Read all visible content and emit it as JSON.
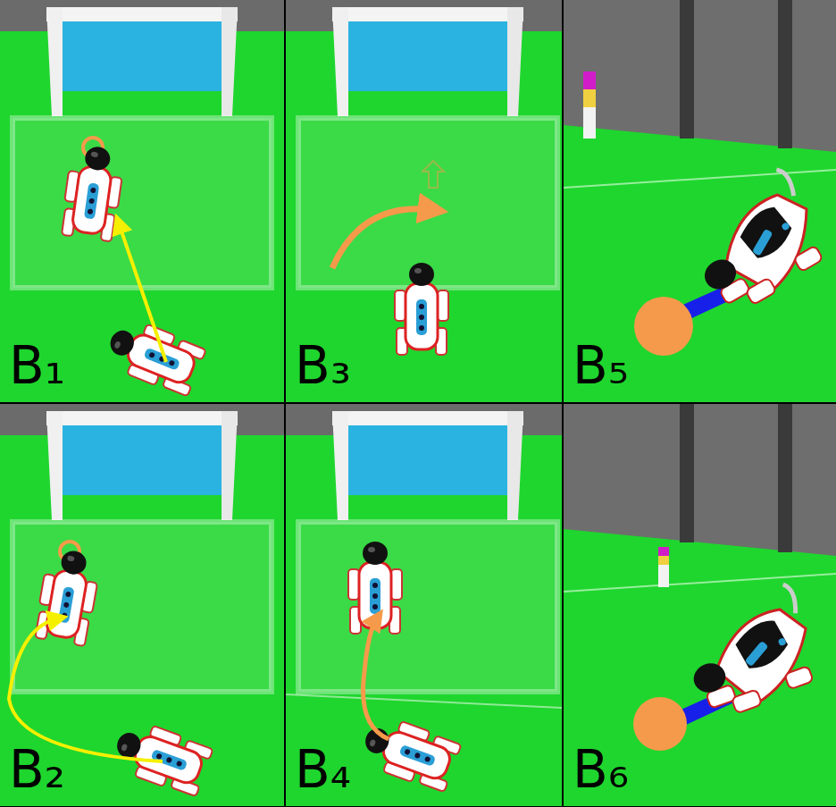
{
  "diagram": {
    "labels": [
      "B₁",
      "B₃",
      "B₅",
      "B₂",
      "B₄",
      "B₆"
    ]
  }
}
